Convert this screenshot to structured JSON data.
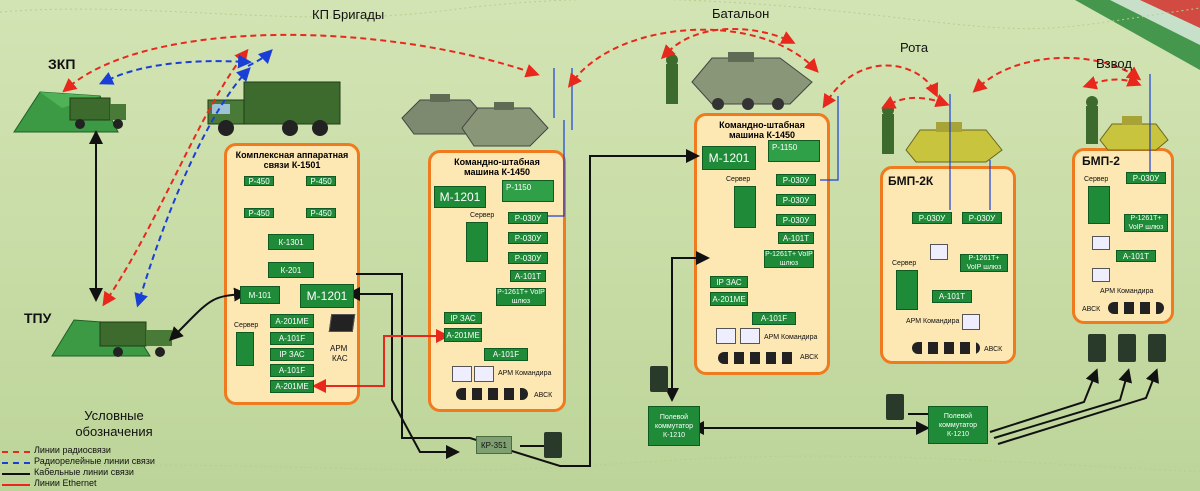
{
  "labels": {
    "kp_brigady": "КП Бригады",
    "batalon": "Батальон",
    "rota": "Рота",
    "vzvod": "Взвод",
    "zkp": "ЗКП",
    "tpu": "ТПУ",
    "bmp2k": "БМП-2К",
    "bmp2": "БМП-2"
  },
  "panels": {
    "k1501": {
      "title": "Комплексная аппаратная связи К-1501",
      "r450": [
        "Р-450",
        "Р-450",
        "Р-450",
        "Р-450"
      ],
      "k1301": "К-1301",
      "k201": "К-201",
      "m101": "М-101",
      "m1201": "М-1201",
      "a201me_1": "А-201МЕ",
      "a101f_1": "А-101F",
      "ip_zas": "IP ЗАС",
      "a101f_2": "А-101F",
      "a201me_2": "А-201МЕ",
      "server": "Сервер",
      "arm": "АРМ",
      "kas": "КАС"
    },
    "k1450a": {
      "title": "Командно-штабная машина К-1450",
      "m1201": "М-1201",
      "p1150": "Р-1150",
      "r030u": [
        "Р-030У",
        "Р-030У",
        "Р-030У"
      ],
      "a101t": "А-101Т",
      "p1261": "Р-1261Т+ VoIP шлюз",
      "server": "Сервер",
      "ip_zas": "IP ЗАС",
      "a201me": "А-201МЕ",
      "a101f": "А-101F",
      "arm": "АРМ Командира",
      "avsk": "АВСК"
    },
    "k1450b": {
      "title": "Командно-штабная машина К-1450",
      "m1201": "М-1201",
      "p1150": "Р-1150",
      "r030u": [
        "Р-030У",
        "Р-030У",
        "Р-030У"
      ],
      "a101t": "А-101Т",
      "p1261": "Р-1261Т+ VoIP шлюз",
      "server": "Сервер",
      "ip_zas": "IP ЗАС",
      "a201me": "А-201МЕ",
      "a101f": "А-101F",
      "arm": "АРМ Командира",
      "avsk": "АВСК"
    },
    "bmp2k": {
      "r030u": [
        "Р-030У",
        "Р-030У"
      ],
      "server": "Сервер",
      "p1261": "Р-1261Т+ VoIP шлюз",
      "a101t": "А-101Т",
      "arm": "АРМ Командира",
      "avsk": "АВСК"
    },
    "bmp2": {
      "r030u": "Р-030У",
      "server": "Сервер",
      "p1261": "Р-1261Т+ VoIP шлюз",
      "a101t": "А-101Т",
      "arm": "АРМ Командира",
      "avsk": "АВСК"
    }
  },
  "kr351": "КР-351",
  "switch1": "Полевой коммутатор К-1210",
  "switch2": "Полевой коммутатор К-1210",
  "legend": {
    "title": "Условные обозначения",
    "items": [
      {
        "label": "Линии радиосвязи",
        "color": "#e8281c",
        "style": "dashed"
      },
      {
        "label": "Радиорелейные линии связи",
        "color": "#1a3fd6",
        "style": "dashed"
      },
      {
        "label": "Кабельные линии связи",
        "color": "#111111",
        "style": "solid"
      },
      {
        "label": "Линии Ethernet",
        "color": "#e8281c",
        "style": "solid"
      }
    ]
  },
  "colors": {
    "panel_fill": "#fde7b3",
    "panel_border": "#f07a1e",
    "device_green": "#1f8a38",
    "radio_red": "#e8281c",
    "relay_blue": "#1a3fd6"
  }
}
